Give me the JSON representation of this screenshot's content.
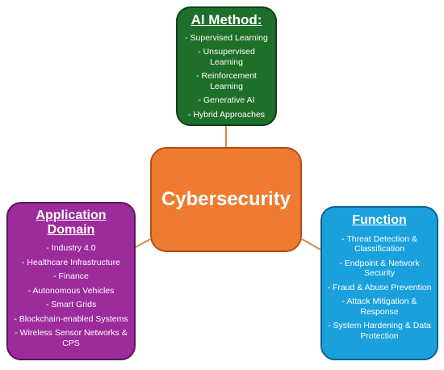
{
  "center": {
    "title": "Cybersecurity"
  },
  "ai_method": {
    "title": "AI Method:",
    "items": [
      "- Supervised Learning",
      "- Unsupervised Learning",
      "- Reinforcement Learning",
      "- Generative AI",
      "- Hybrid Approaches"
    ]
  },
  "application_domain": {
    "title": "Application Domain",
    "items": [
      "- Industry 4.0",
      "- Healthcare Infrastructure",
      "- Finance",
      "- Autonomous Vehicles",
      "- Smart Grids",
      "- Blockchain-enabled Systems",
      "- Wireless Sensor Networks & CPS"
    ]
  },
  "function": {
    "title": "Function",
    "items": [
      "- Threat Detection & Classification",
      "- Endpoint & Network Security",
      "- Fraud & Abuse Prevention",
      "- Attack Mitigation & Response",
      "- System Hardening & Data Protection"
    ]
  },
  "colors": {
    "ai_method": "#1e6f2a",
    "center": "#ee7b30",
    "application_domain": "#9c2b9b",
    "function": "#1aa1dd",
    "connector": "#d08a4a"
  }
}
